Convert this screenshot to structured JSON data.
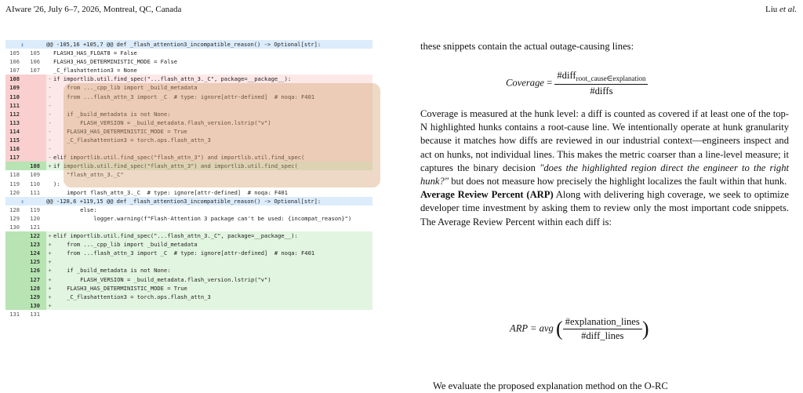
{
  "header": {
    "left": "AIware '26, July 6–7, 2026, Montreal, QC, Canada",
    "right_name": "Liu",
    "right_etal": "et al."
  },
  "diff": {
    "hunk1": "@@ -105,16 +105,7 @@ def _flash_attention3_incompatible_reason() -> Optional[str]:",
    "hunk2": "@@ -128,6 +119,15 @@ def _flash_attention3_incompatible_reason() -> Optional[str]:",
    "rows": [
      {
        "type": "ctx",
        "old": "105",
        "new": "105",
        "mark": "",
        "code": "FLASH3_HAS_FLOAT8 = False"
      },
      {
        "type": "ctx",
        "old": "106",
        "new": "106",
        "mark": "",
        "code": "FLASH3_HAS_DETERMINISTIC_MODE = False"
      },
      {
        "type": "ctx",
        "old": "107",
        "new": "107",
        "mark": "",
        "code": "_C_flashattention3 = None"
      },
      {
        "type": "del",
        "old": "108",
        "new": "",
        "mark": "-",
        "code": "if importlib.util.find_spec(\"...flash_attn_3._C\", package=__package__):"
      },
      {
        "type": "del",
        "old": "109",
        "new": "",
        "mark": "-",
        "code": "    from ..._cpp_lib import _build_metadata"
      },
      {
        "type": "del",
        "old": "110",
        "new": "",
        "mark": "-",
        "code": "    from ...flash_attn_3 import _C  # type: ignore[attr-defined]  # noqa: F401"
      },
      {
        "type": "del",
        "old": "111",
        "new": "",
        "mark": "-",
        "code": ""
      },
      {
        "type": "del",
        "old": "112",
        "new": "",
        "mark": "-",
        "code": "    if _build_metadata is not None:"
      },
      {
        "type": "del",
        "old": "113",
        "new": "",
        "mark": "-",
        "code": "        FLASH_VERSION = _build_metadata.flash_version.lstrip(\"v\")"
      },
      {
        "type": "del",
        "old": "114",
        "new": "",
        "mark": "-",
        "code": "    FLASH3_HAS_DETERMINISTIC_MODE = True"
      },
      {
        "type": "del",
        "old": "115",
        "new": "",
        "mark": "-",
        "code": "    _C_flashattention3 = torch.ops.flash_attn_3"
      },
      {
        "type": "del",
        "old": "116",
        "new": "",
        "mark": "-",
        "code": ""
      },
      {
        "type": "del",
        "old": "117",
        "new": "",
        "mark": "-",
        "code": "elif importlib.util.find_spec(\"flash_attn_3\") and importlib.util.find_spec("
      },
      {
        "type": "add",
        "old": "",
        "new": "108",
        "mark": "+",
        "code": "if importlib.util.find_spec(\"flash_attn_3\") and importlib.util.find_spec("
      },
      {
        "type": "ctx",
        "old": "118",
        "new": "109",
        "mark": "",
        "code": "    \"flash_attn_3._C\""
      },
      {
        "type": "ctx",
        "old": "119",
        "new": "110",
        "mark": "",
        "code": "):"
      },
      {
        "type": "ctx",
        "old": "120",
        "new": "111",
        "mark": "",
        "code": "    import flash_attn_3._C  # type: ignore[attr-defined]  # noqa: F401"
      }
    ],
    "rows2": [
      {
        "type": "ctx",
        "old": "128",
        "new": "119",
        "mark": "",
        "code": "        else:"
      },
      {
        "type": "ctx",
        "old": "129",
        "new": "120",
        "mark": "",
        "code": "            logger.warning(f\"Flash-Attention 3 package can't be used: {incompat_reason}\")"
      },
      {
        "type": "ctx",
        "old": "130",
        "new": "121",
        "mark": "",
        "code": ""
      },
      {
        "type": "add",
        "old": "",
        "new": "122",
        "mark": "+",
        "code": "elif importlib.util.find_spec(\"...flash_attn_3._C\", package=__package__):"
      },
      {
        "type": "add",
        "old": "",
        "new": "123",
        "mark": "+",
        "code": "    from ..._cpp_lib import _build_metadata"
      },
      {
        "type": "add",
        "old": "",
        "new": "124",
        "mark": "+",
        "code": "    from ...flash_attn_3 import _C  # type: ignore[attr-defined]  # noqa: F401"
      },
      {
        "type": "add",
        "old": "",
        "new": "125",
        "mark": "+",
        "code": ""
      },
      {
        "type": "add",
        "old": "",
        "new": "126",
        "mark": "+",
        "code": "    if _build_metadata is not None:"
      },
      {
        "type": "add",
        "old": "",
        "new": "127",
        "mark": "+",
        "code": "        FLASH_VERSION = _build_metadata.flash_version.lstrip(\"v\")"
      },
      {
        "type": "add",
        "old": "",
        "new": "128",
        "mark": "+",
        "code": "    FLASH3_HAS_DETERMINISTIC_MODE = True"
      },
      {
        "type": "add",
        "old": "",
        "new": "129",
        "mark": "+",
        "code": "    _C_flashattention3 = torch.ops.flash_attn_3"
      },
      {
        "type": "add",
        "old": "",
        "new": "130",
        "mark": "+",
        "code": ""
      },
      {
        "type": "ctx",
        "old": "131",
        "new": "131",
        "mark": "",
        "code": ""
      }
    ]
  },
  "text": {
    "intro": "these snippets contain the actual outage-causing lines:",
    "eq1_lhs": "Coverage",
    "eq1_num": "#diff",
    "eq1_sub": "root_cause∈explanation",
    "eq1_den": "#diffs",
    "para1": "Coverage is measured at the hunk level: a diff is counted as covered if at least one of the top-N highlighted hunks contains a root-cause line. We intentionally operate at hunk granularity because it matches how diffs are reviewed in our industrial context—engineers inspect and act on hunks, not individual lines. This makes the metric coarser than a line-level measure; it captures the binary decision",
    "para1_quote": "\"does the highlighted region direct the engineer to the right hunk?\"",
    "para1_end": "but does not measure how precisely the highlight localizes the fault within that hunk.",
    "arp_title": "Average Review Percent (ARP)",
    "arp_body": "Along with delivering high coverage, we seek to optimize developer time investment by asking them to review only the most important code snippets. The Average Review Percent within each diff is:",
    "eq2_lhs": "ARP = avg",
    "eq2_num": "#explanation_lines",
    "eq2_den": "#diff_lines",
    "bottom": "We evaluate the proposed explanation method on the O-RC"
  }
}
